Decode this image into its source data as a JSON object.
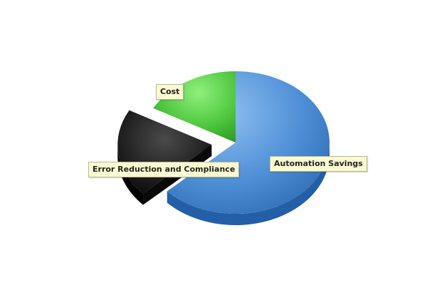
{
  "chart_data": {
    "type": "pie",
    "style": "3d",
    "exploded": [
      "Error Reduction and Compliance"
    ],
    "slices": [
      {
        "label": "Automation Savings",
        "value": 63,
        "color": "#4f8fd6"
      },
      {
        "label": "Error Reduction and Compliance",
        "value": 20,
        "color": "#1c1c1c"
      },
      {
        "label": "Cost",
        "value": 17,
        "color": "#49c23b"
      }
    ]
  }
}
